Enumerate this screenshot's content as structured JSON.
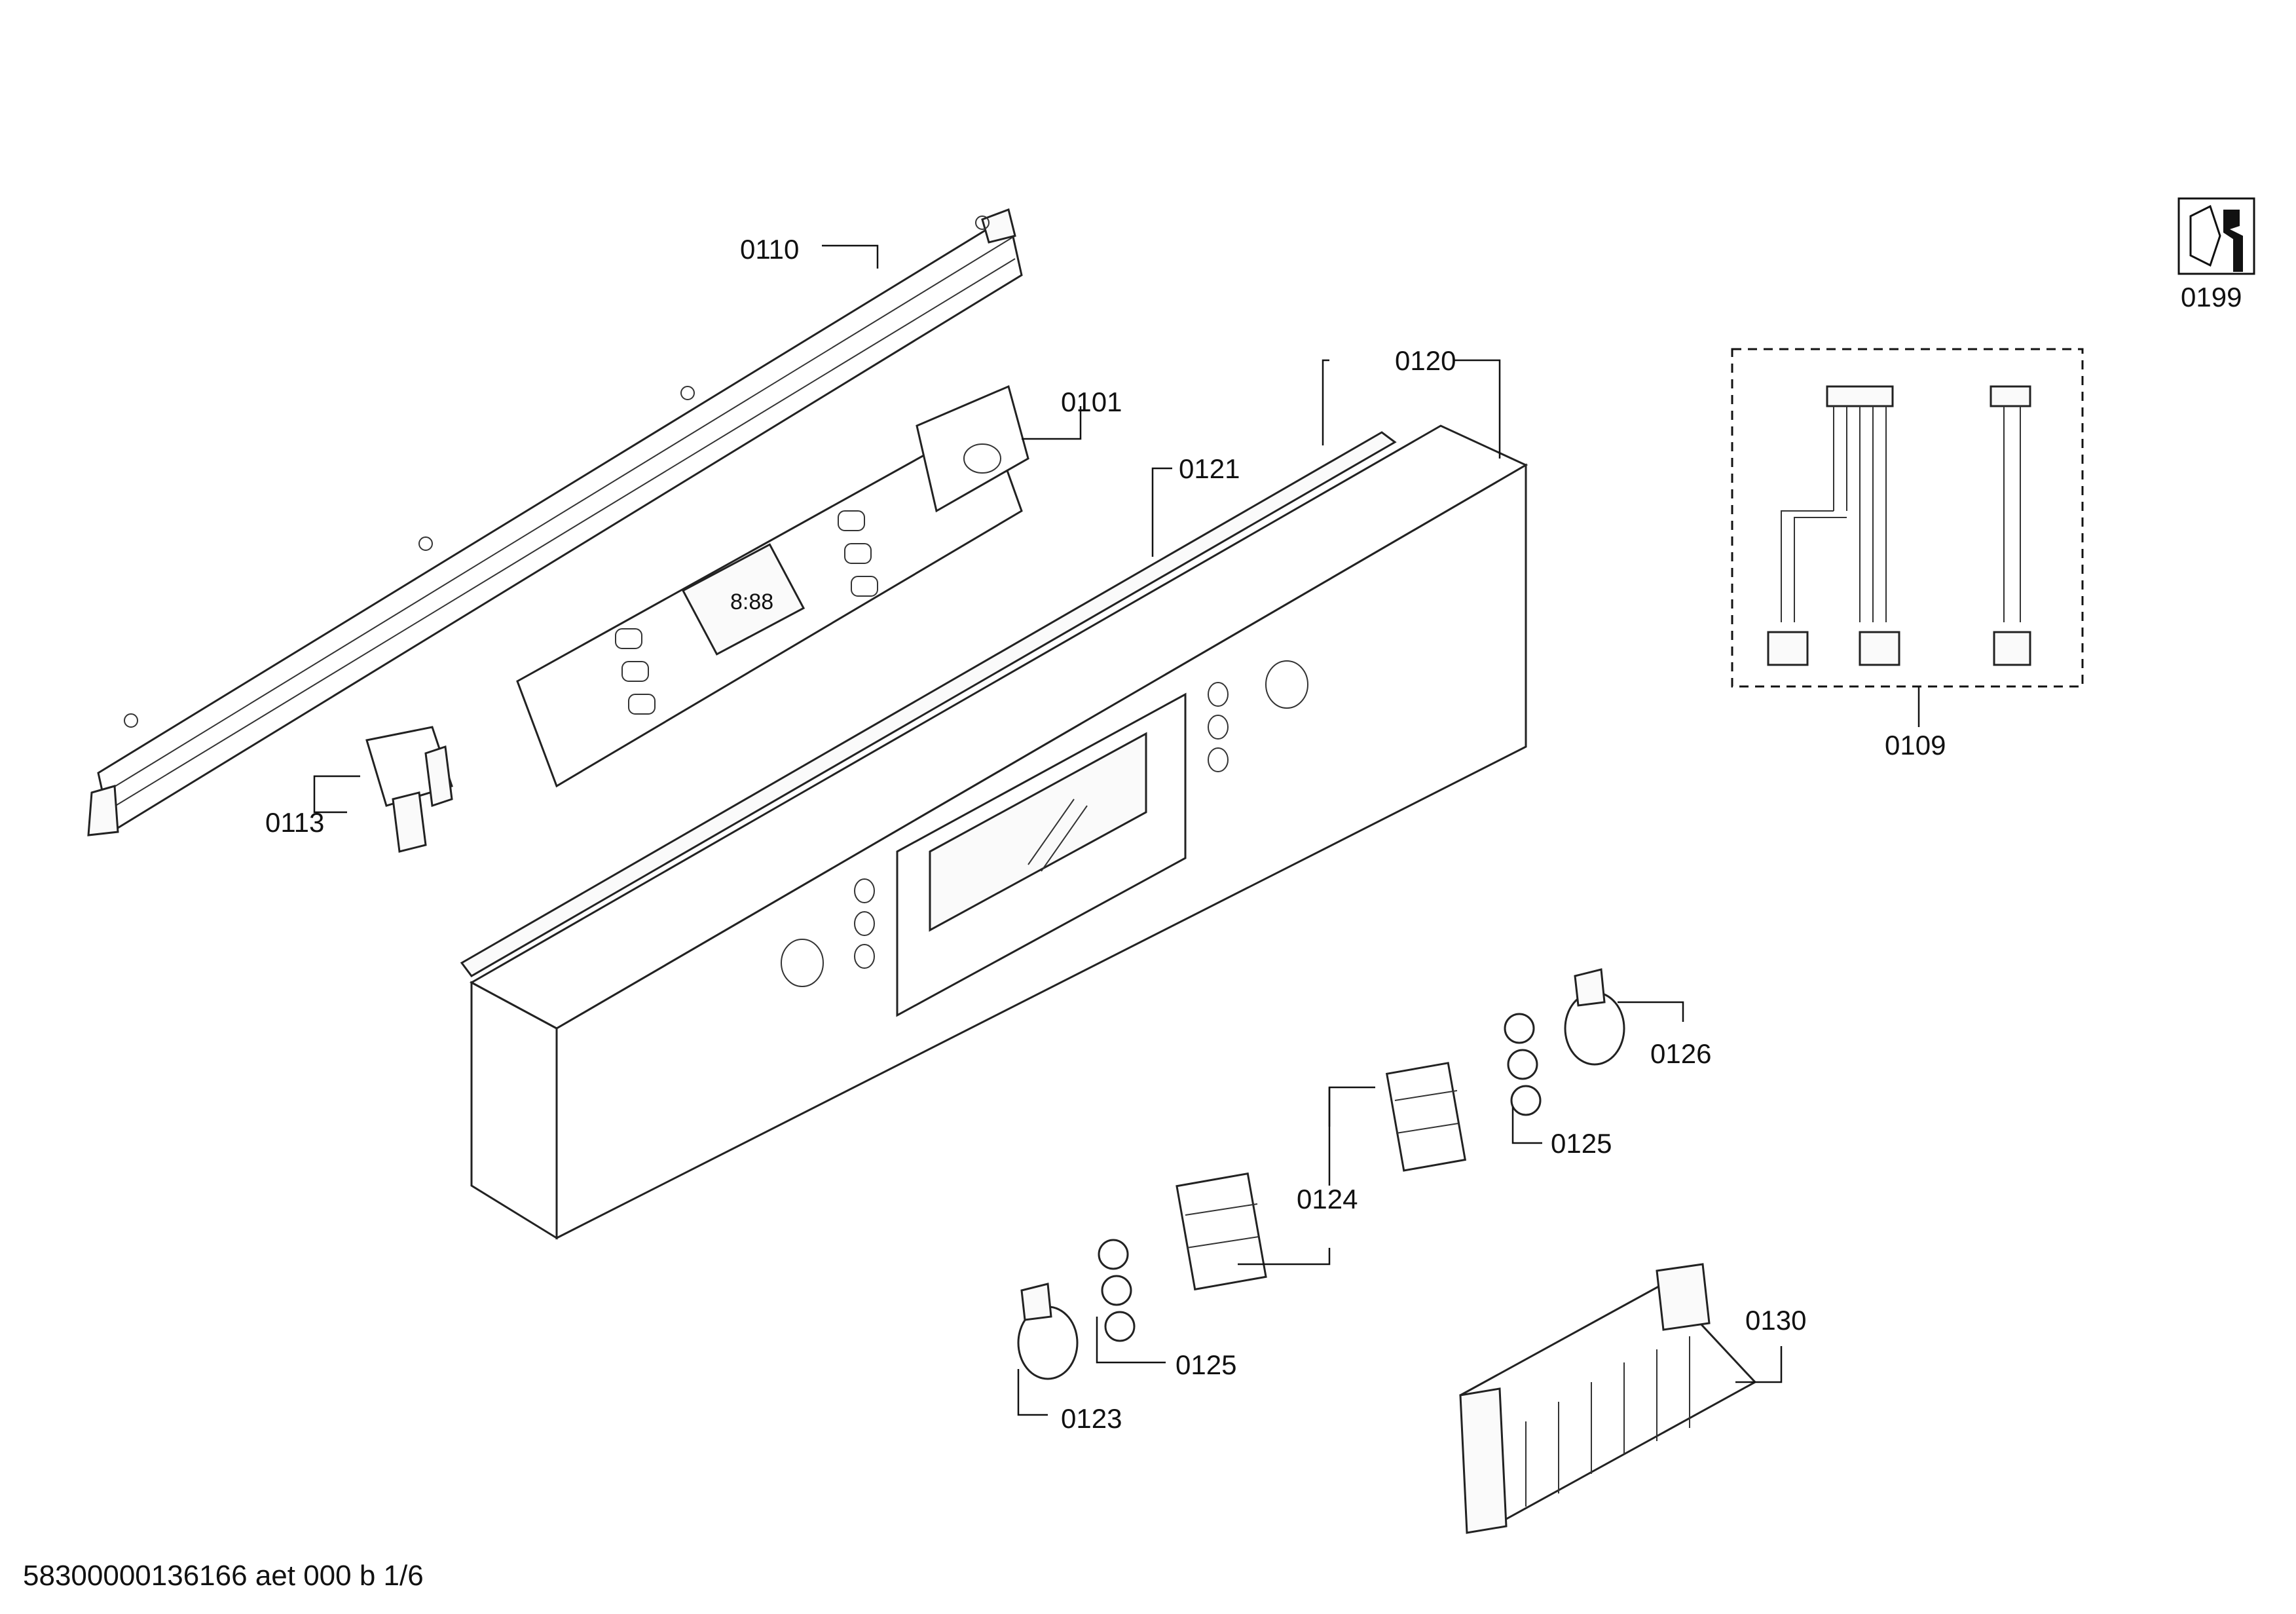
{
  "diagram": {
    "callouts": {
      "p0110": "0110",
      "p0101": "0101",
      "p0120": "0120",
      "p0121": "0121",
      "p0113": "0113",
      "p0109": "0109",
      "p0199": "0199",
      "p0126": "0126",
      "p0125a": "0125",
      "p0124": "0124",
      "p0125b": "0125",
      "p0123": "0123",
      "p0130": "0130"
    },
    "footer_code": "58300000136166 aet 000 b 1/6"
  },
  "icons": {
    "tool": "hex-nut-wrench-icon"
  }
}
